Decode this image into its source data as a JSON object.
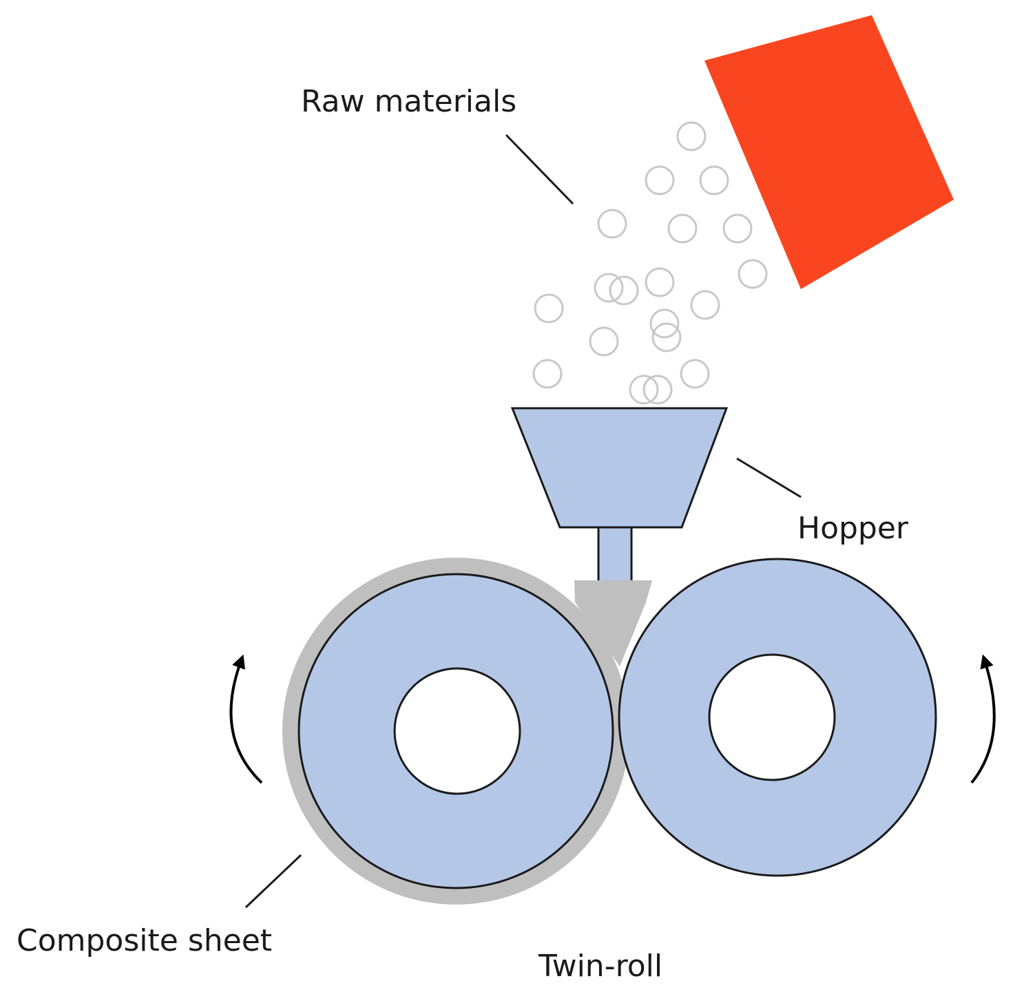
{
  "labels": {
    "raw_materials": "Raw materials",
    "hopper": "Hopper",
    "composite_sheet": "Composite sheet",
    "twin_roll": "Twin-roll"
  },
  "colors": {
    "feeder": "#f94620",
    "roll_fill": "#b4c7e7",
    "sheet": "#bfbfbf",
    "outline": "#1a1a1a",
    "particle": "#c8c8c8"
  }
}
